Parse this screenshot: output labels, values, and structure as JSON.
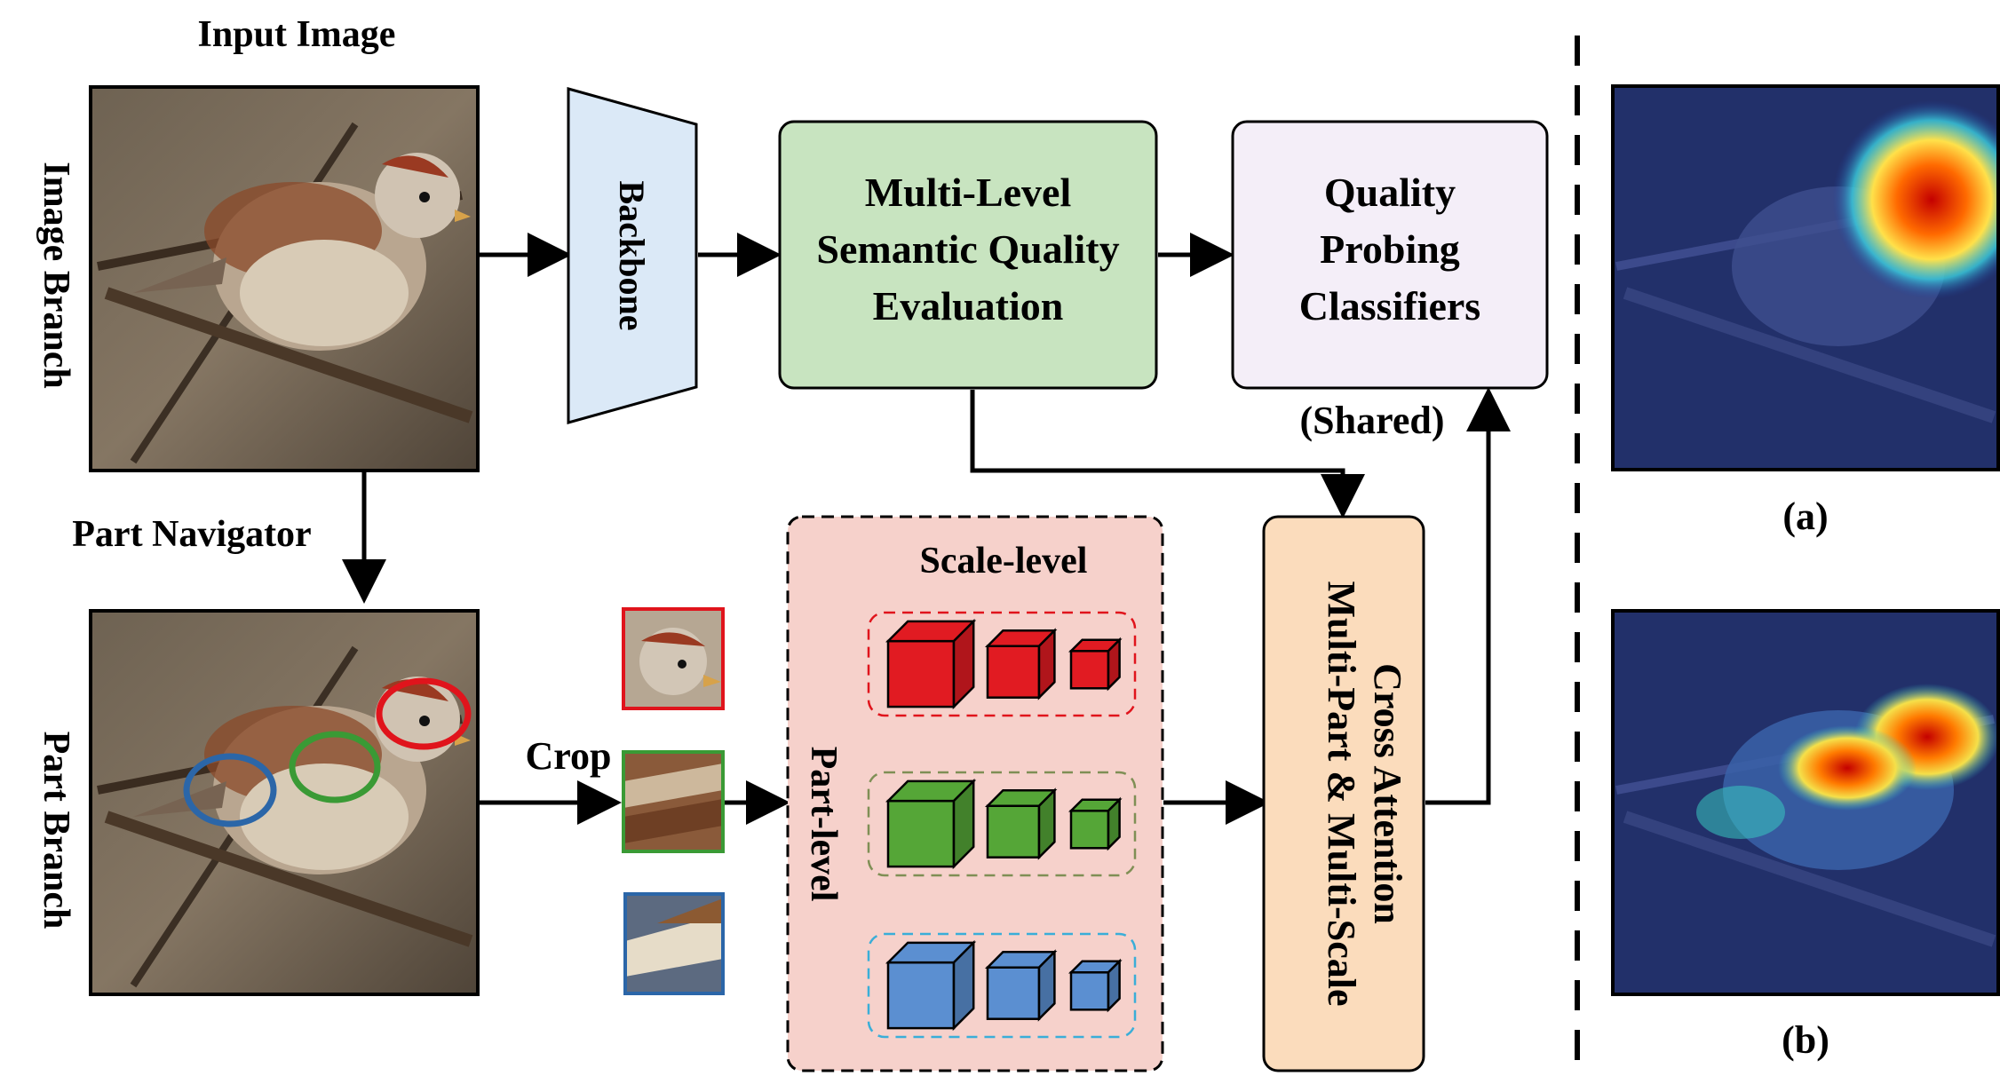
{
  "labels": {
    "input_image": "Input Image",
    "image_branch": "Image Branch",
    "part_branch": "Part Branch",
    "part_navigator": "Part Navigator",
    "crop": "Crop",
    "shared": "(Shared)",
    "scale_level": "Scale-level",
    "part_level": "Part-level",
    "caption_a": "(a)",
    "caption_b": "(b)"
  },
  "blocks": {
    "backbone": "Backbone",
    "mlsqe": [
      "Multi-Level",
      "Semantic Quality",
      "Evaluation"
    ],
    "qpc": [
      "Quality",
      "Probing",
      "Classifiers"
    ],
    "mpmsca": [
      "Multi-Part & Multi-Scale",
      "Cross Attention"
    ]
  },
  "colors": {
    "backbone_fill": "#dbe9f7",
    "mlsqe_fill": "#c8e4c0",
    "qpc_fill": "#f4eef8",
    "part_panel_fill": "#f6d1cb",
    "mpmsca_fill": "#fbdcbc",
    "part_red": "#e11b22",
    "part_green": "#55a637",
    "part_blue": "#5b8fd1",
    "circle_red": "#e0141c",
    "circle_green": "#3a9a35",
    "circle_blue": "#2b66a8"
  },
  "icons": {
    "bird_photo": "bird-photo",
    "heatmap": "heatmap-overlay",
    "cube": "cube-icon"
  }
}
